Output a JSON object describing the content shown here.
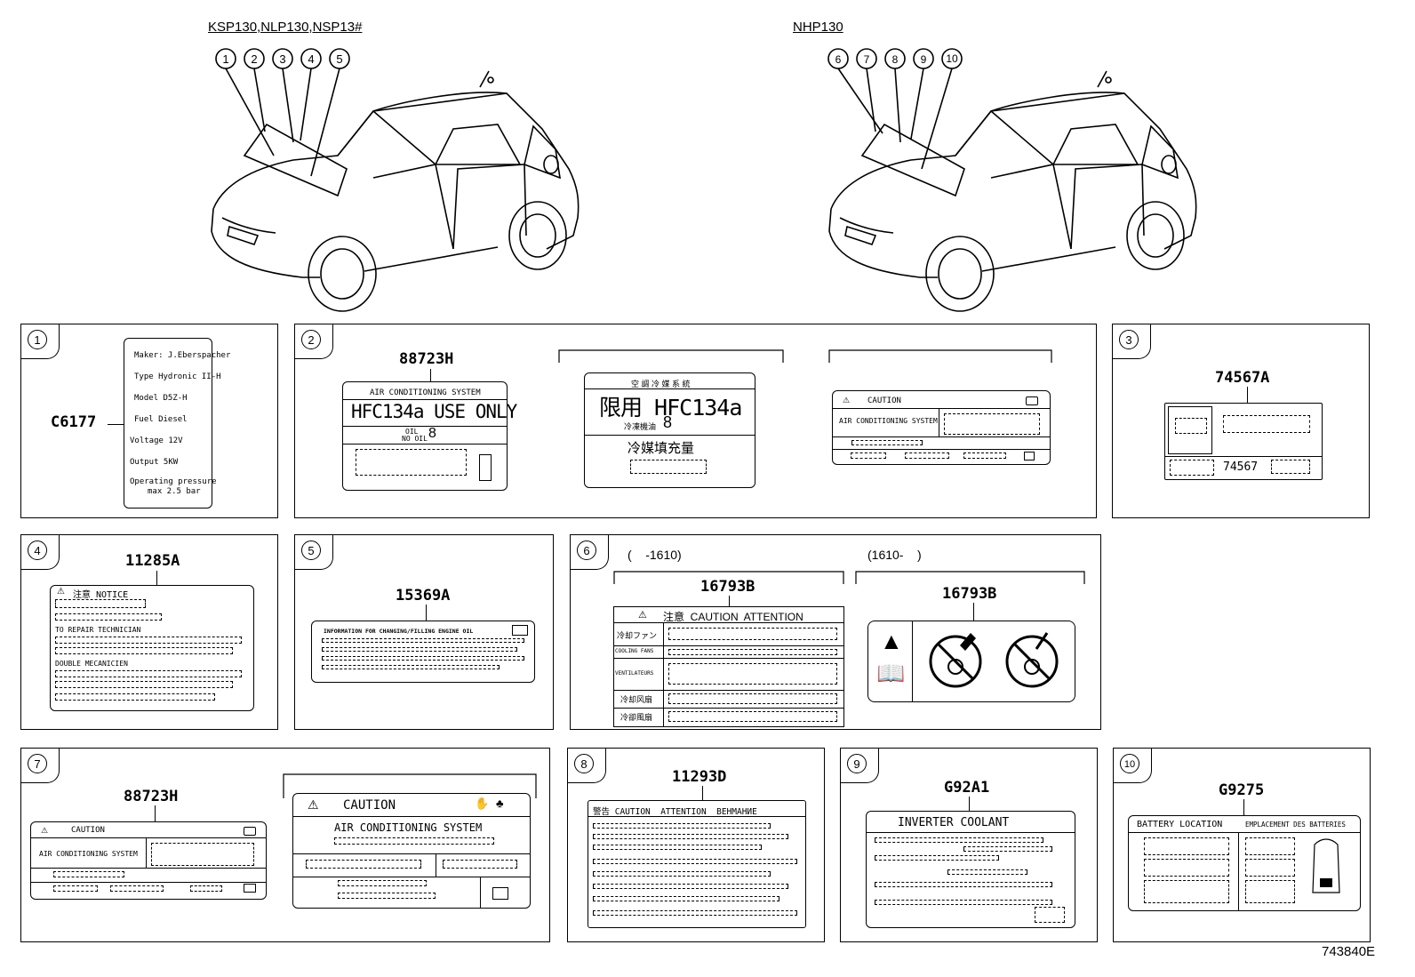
{
  "header": {
    "model_left": "KSP130,NLP130,NSP13#",
    "model_right": "NHP130"
  },
  "callouts_left": [
    "1",
    "2",
    "3",
    "4",
    "5"
  ],
  "callouts_right": [
    "6",
    "7",
    "8",
    "9",
    "10"
  ],
  "panels": {
    "p1": {
      "num": "1",
      "code": "C6177",
      "lines": [
        "Maker: J.Eberspacher",
        "Type  Hydronic II-H",
        "Model D5Z-H",
        "Fuel  Diesel",
        "Voltage 12V",
        "Output 5KW",
        "Operating pressure",
        "max 2.5 bar"
      ]
    },
    "p2": {
      "num": "2",
      "code": "88723H",
      "a_title": "AIR CONDITIONING SYSTEM",
      "a_main": "HFC134a USE ONLY",
      "a_oil": "OIL",
      "a_nooil": "NO OIL",
      "b_top": "空 調 冷 媒 系 統",
      "b_main": "限用  HFC134a",
      "b_sub": "冷凍機油",
      "b_fill": "冷媒填充量",
      "c_caution": "CAUTION",
      "c_sys": "AIR CONDITIONING SYSTEM"
    },
    "p3": {
      "num": "3",
      "code": "74567A",
      "inner": "74567"
    },
    "p4": {
      "num": "4",
      "code": "11285A",
      "notice": "注意   NOTICE",
      "l1": "TO REPAIR TECHNICIAN",
      "l2": "DOUBLE MECANICIEN"
    },
    "p5": {
      "num": "5",
      "code": "15369A",
      "title": "INFORMATION FOR CHANGING/FILLING ENGINE OIL"
    },
    "p6": {
      "num": "6",
      "range_left": "(    -1610)",
      "range_right": "(1610-    )",
      "code_left": "16793B",
      "code_right": "16793B",
      "caution": "注意  CAUTION  ATTENTION",
      "rows": [
        "冷却ファン",
        "COOLING FANS",
        "VENTILATEURS",
        "冷却风扇",
        "冷卻風扇"
      ]
    },
    "p7": {
      "num": "7",
      "code": "88723H",
      "caution": "CAUTION",
      "sys": "AIR CONDITIONING SYSTEM",
      "big_caution": "CAUTION",
      "big_sys": "AIR CONDITIONING SYSTEM"
    },
    "p8": {
      "num": "8",
      "code": "11293D",
      "title": "警告 CAUTION  ATTENTION  BEHMAHИE"
    },
    "p9": {
      "num": "9",
      "code": "G92A1",
      "title": "INVERTER COOLANT"
    },
    "p10": {
      "num": "10",
      "code": "G9275",
      "left": "BATTERY LOCATION",
      "right": "EMPLACEMENT DES BATTERIES"
    }
  },
  "figure_id": "743840E"
}
